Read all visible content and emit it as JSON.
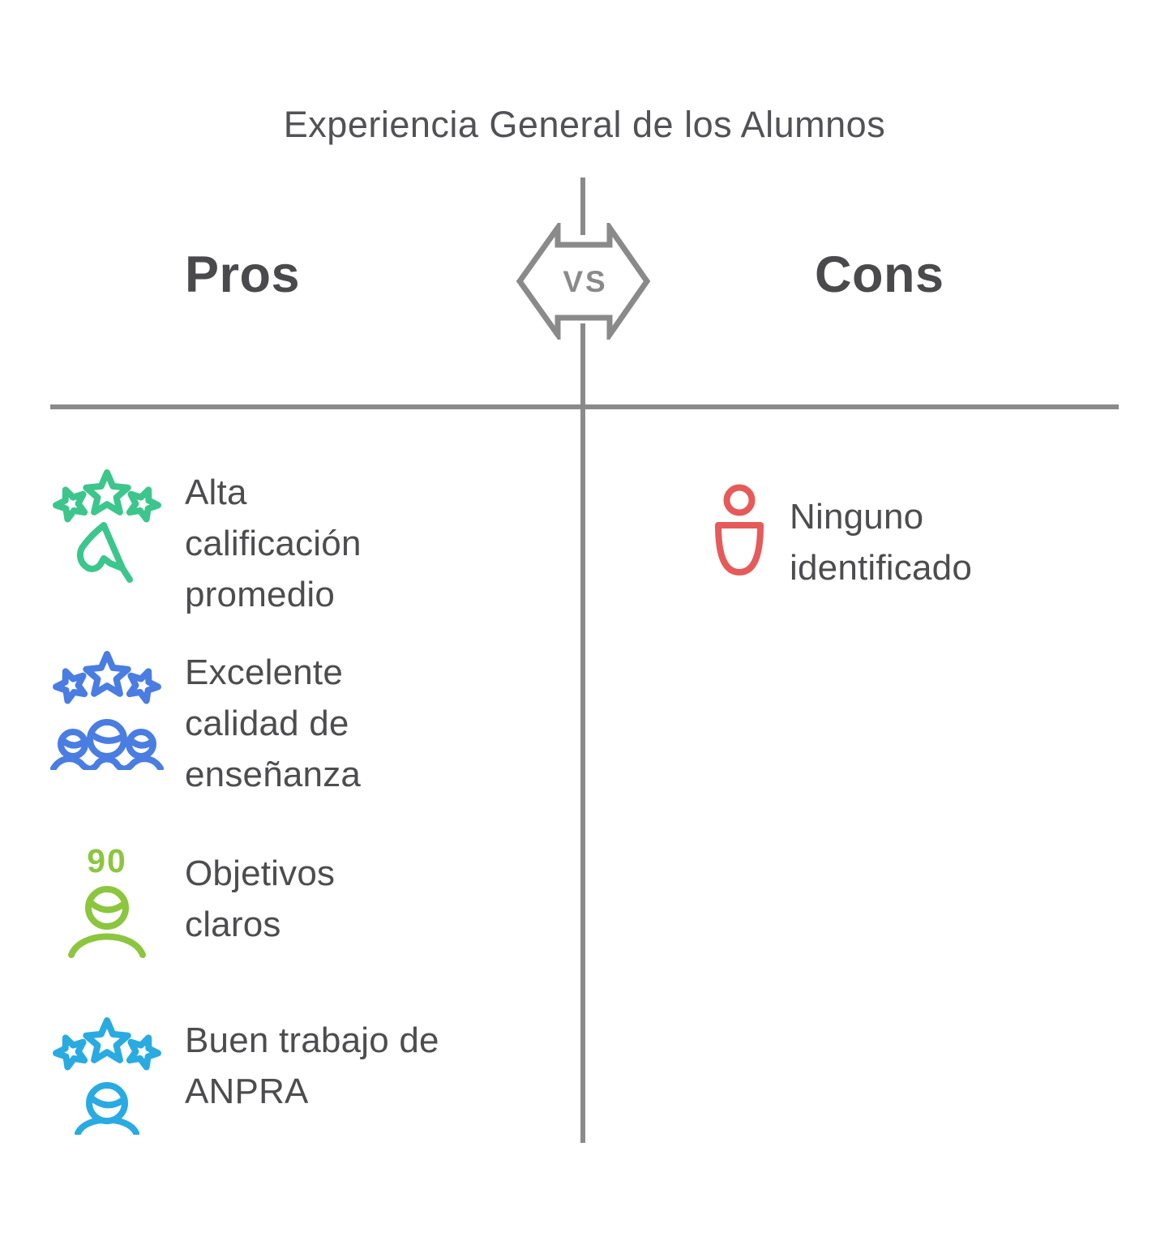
{
  "title": "Experiencia General de los Alumnos",
  "vs_badge": {
    "label": "VS"
  },
  "columns": {
    "pros": {
      "heading": "Pros",
      "items": [
        {
          "label": "Alta calificación promedio",
          "icon": "three-stars-thumbs-up-icon",
          "color": "#3cc68c"
        },
        {
          "label": "Excelente calidad de enseñanza",
          "icon": "three-stars-people-group-icon",
          "color": "#4a7de2"
        },
        {
          "label": "Objetivos claros",
          "icon": "score-person-icon",
          "score": "90",
          "color": "#8cc63f"
        },
        {
          "label": "Buen trabajo de ANPRA",
          "icon": "three-stars-person-icon",
          "color": "#29abe2"
        }
      ]
    },
    "cons": {
      "heading": "Cons",
      "items": [
        {
          "label": "Ninguno identificado",
          "icon": "person-icon",
          "color": "#e65a5a"
        }
      ]
    }
  },
  "colors": {
    "divider_line": "#8a8a8a",
    "vs_outline": "#8a8a8a",
    "title_text": "#525256",
    "heading_text": "#4a4a4c",
    "item_text": "#4d4d4f"
  }
}
